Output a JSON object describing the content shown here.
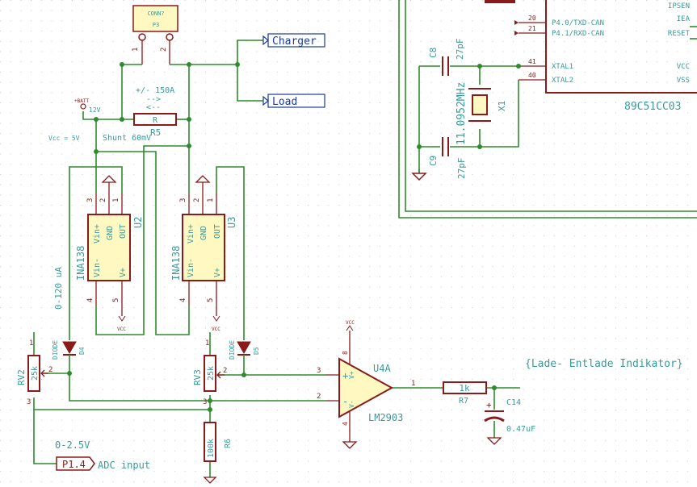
{
  "colors": {
    "wire": "#2e8b2e",
    "component": "#8b1a1a",
    "label": "#3a9a9a",
    "net": "#1a3a9a",
    "grid": "#c8c8c8"
  },
  "connector": {
    "name": "CONN?",
    "ref": "P3",
    "pin1": "1",
    "pin2": "2"
  },
  "nets": {
    "charger": "Charger",
    "load": "Load",
    "adc": "P1.4",
    "adc_note": "ADC input"
  },
  "shunt": {
    "value": "R",
    "ref": "R5",
    "current": "+/- 150A",
    "arrow_right": "-->",
    "arrow_left": "<--",
    "note": "Shunt 60mV"
  },
  "power": {
    "batt": "+BATT",
    "batt_v": "12V",
    "vcc_note": "Vcc = 5V",
    "vcc": "VCC"
  },
  "u2": {
    "part": "INA138",
    "ref": "U2",
    "vin_plus": "Vin+",
    "gnd": "GND",
    "out": "OUT",
    "vin_minus": "Vin-",
    "vplus": "V+",
    "p3": "3",
    "p2": "2",
    "p1": "1",
    "p4": "4",
    "p5": "5"
  },
  "u3": {
    "part": "INA138",
    "ref": "U3",
    "vin_plus": "Vin+",
    "gnd": "GND",
    "out": "OUT",
    "vin_minus": "Vin-",
    "vplus": "V+",
    "p3": "3",
    "p2": "2",
    "p1": "1",
    "p4": "4",
    "p5": "5"
  },
  "range_note": "0-120 uA",
  "d4": {
    "type": "DIODE",
    "ref": "D4"
  },
  "d5": {
    "type": "DIODE",
    "ref": "D5"
  },
  "rv2": {
    "ref": "RV2",
    "value": "25k",
    "p1": "1",
    "p2": "2",
    "p3": "3"
  },
  "rv3": {
    "ref": "RV3",
    "value": "25k",
    "p1": "1",
    "p2": "2",
    "p3": "3"
  },
  "r6": {
    "value": "100k",
    "ref": "R6"
  },
  "u4": {
    "part": "LM2903",
    "ref": "U4A",
    "p3": "3",
    "p2": "2",
    "p1": "1",
    "p8": "8",
    "p4": "4",
    "plus": "+",
    "minus": "-",
    "vplus": "V+",
    "vminus": "V-"
  },
  "r7": {
    "value": "1k",
    "ref": "R7"
  },
  "c14": {
    "ref": "C14",
    "value": "0.47uF"
  },
  "indicator_note": "{Lade- Entlade Indikator}",
  "voltage_note": "0-2.5V",
  "mcu": {
    "part": "89C51CC03",
    "pins_left": [
      {
        "num": "20",
        "name": "P4.0/TXD-CAN"
      },
      {
        "num": "21",
        "name": "P4.1/RXD-CAN"
      },
      {
        "num": "41",
        "name": "XTAL1"
      },
      {
        "num": "40",
        "name": "XTAL2"
      }
    ],
    "pins_right": [
      "IPSEN",
      "IEA",
      "RESET",
      "VCC",
      "VSS"
    ]
  },
  "c8": {
    "ref": "C8",
    "value": "27pF"
  },
  "c9": {
    "ref": "C9",
    "value": "27pF"
  },
  "x1": {
    "ref": "X1",
    "freq": "11.0952MHz"
  }
}
